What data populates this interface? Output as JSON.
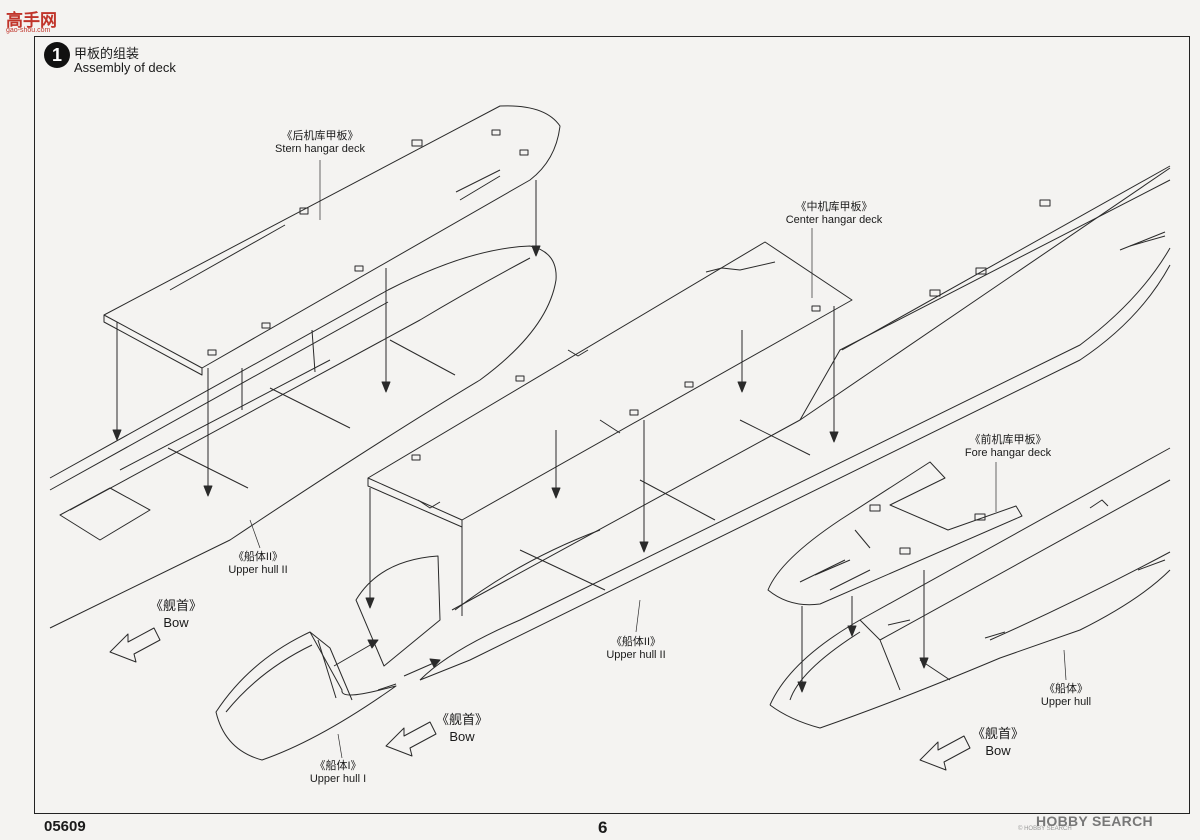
{
  "site_logo": {
    "main": "高手网",
    "sub": "gao-shou.com"
  },
  "step": {
    "number": "1",
    "title_cn": "甲板的组装",
    "title_en": "Assembly of deck"
  },
  "labels": {
    "stern_deck_cn": "《后机库甲板》",
    "stern_deck_en": "Stern hangar deck",
    "center_deck_cn": "《中机库甲板》",
    "center_deck_en": "Center hangar deck",
    "fore_deck_cn": "《前机库甲板》",
    "fore_deck_en": "Fore hangar deck",
    "hull2_cn": "《船体II》",
    "hull2_en": "Upper hull II",
    "hull2b_cn": "《船体II》",
    "hull2b_en": "Upper hull II",
    "hull1_cn": "《船体I》",
    "hull1_en": "Upper hull I",
    "hull_cn": "《船体》",
    "hull_en": "Upper hull",
    "bow1_cn": "《舰首》",
    "bow1_en": "Bow",
    "bow2_cn": "《舰首》",
    "bow2_en": "Bow",
    "bow3_cn": "《舰首》",
    "bow3_en": "Bow"
  },
  "footer": {
    "code": "05609",
    "page": "6",
    "watermark": "HOBBY SEARCH",
    "watermark_note": "© HOBBY SEARCH"
  },
  "colors": {
    "line": "#2a2a2a",
    "paper": "#f4f3f1",
    "logo": "#c0342a"
  }
}
